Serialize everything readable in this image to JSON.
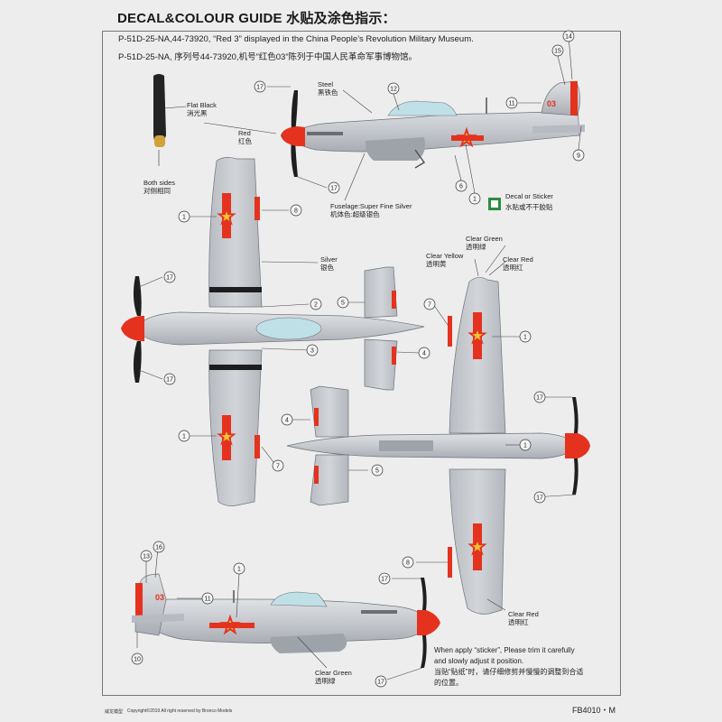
{
  "guide": {
    "title": "DECAL&COLOUR GUIDE 水贴及涂色指示：",
    "subtitle_en": "P-51D-25-NA,44-73920, “Red 3” displayed in the China People’s Revolution Military Museum.",
    "subtitle_cn": "P-51D-25-NA, 序列号44-73920,机号”红色03”陈列于中国人民革命军事博物馆。"
  },
  "labels": {
    "flat_black_en": "Flat Black",
    "flat_black_cn": "消光黑",
    "both_sides_en": "Both sides",
    "both_sides_cn": "对侧相同",
    "steel_en": "Steel",
    "steel_cn": "黑铁色",
    "red_en": "Red",
    "red_cn": "红色",
    "fuselage_en": "Fuselage:Super Fine Silver",
    "fuselage_cn": "机体色:超级银色",
    "decal_en": "Decal or Sticker",
    "decal_cn": "水贴或不干胶贴",
    "silver_en": "Silver",
    "silver_cn": "银色",
    "clear_green_en": "Clear Green",
    "clear_green_cn": "透明绿",
    "clear_yellow_en": "Clear Yellow",
    "clear_yellow_cn": "透明黄",
    "clear_red_en": "Clear Red",
    "clear_red_cn": "透明红",
    "clear_red2_en": "Clear Red",
    "clear_red2_cn": "透明红",
    "clear_green2_en": "Clear Green",
    "clear_green2_cn": "透明绿"
  },
  "tail_code": "03",
  "callouts": [
    "17",
    "12",
    "11",
    "15",
    "14",
    "9",
    "6",
    "1",
    "17",
    "1",
    "8",
    "2",
    "3",
    "5",
    "4",
    "7",
    "1",
    "17",
    "17",
    "1",
    "7",
    "4",
    "5",
    "1",
    "17",
    "17",
    "8",
    "13",
    "16",
    "11",
    "1",
    "10",
    "17",
    "17"
  ],
  "sticker_note": {
    "line1": "When apply “sticker”, Please trim it carefully",
    "line2": "and slowly adjust it position.",
    "line3": "当贴“贴纸”时，请仔细修剪并慢慢的调整到合适",
    "line4": "的位置。"
  },
  "footer": {
    "brand": "威龙模型",
    "copyright": "Copyright©2019  All right reserved by Bronco Models",
    "code": "FB4010・M"
  },
  "colors": {
    "silver": "#c9ccd1",
    "silver_dark": "#9ea3aa",
    "red": "#e4321f",
    "black": "#1d1d1d",
    "canopy": "#bfe0e6"
  }
}
